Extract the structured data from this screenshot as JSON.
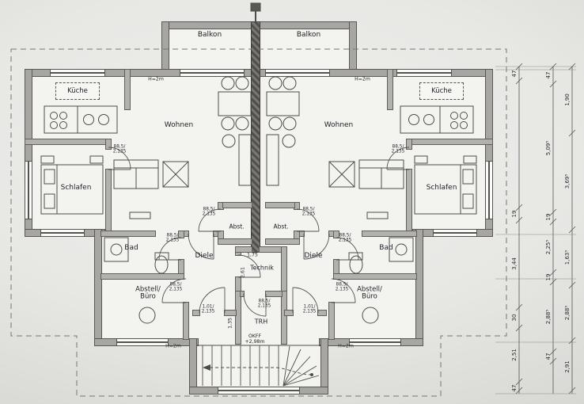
{
  "rooms": {
    "balkon": "Balkon",
    "kueche": "Küche",
    "wohnen": "Wohnen",
    "schlafen": "Schlafen",
    "bad": "Bad",
    "diele": "Diele",
    "abst": "Abst.",
    "abstell_line1": "Abstell/",
    "abstell_line2": "Büro",
    "technik": "Technik",
    "trh": "TRH"
  },
  "annotations": {
    "door_std_l1": "88,5/",
    "door_std_l2": "2,135",
    "door_entry_l1": "1,01/",
    "door_entry_l2": "2,135",
    "h2m": "H=2m",
    "okff_l1": "OKFF",
    "okff_l2": "+2,98m",
    "technik_width": "1,75",
    "technik_depth": "2,61",
    "trh_width": "1,35"
  },
  "dimensions": {
    "inner_chain": [
      "47",
      "19",
      "3,44",
      "30",
      "2,51",
      "47"
    ],
    "middle_chain": [
      "47",
      "5,09⁵",
      "19",
      "2,25⁵",
      "19",
      "2,88⁵",
      "47"
    ],
    "outer_chain": [
      "1,90",
      "3,69⁵",
      "1,63⁵",
      "2,88⁵",
      "2,91"
    ]
  },
  "colors": {
    "wall": "#a8a6a2",
    "core": "#55534f",
    "paper": "#f3f3f0",
    "background": "#dededc",
    "line": "#4e4c48"
  }
}
